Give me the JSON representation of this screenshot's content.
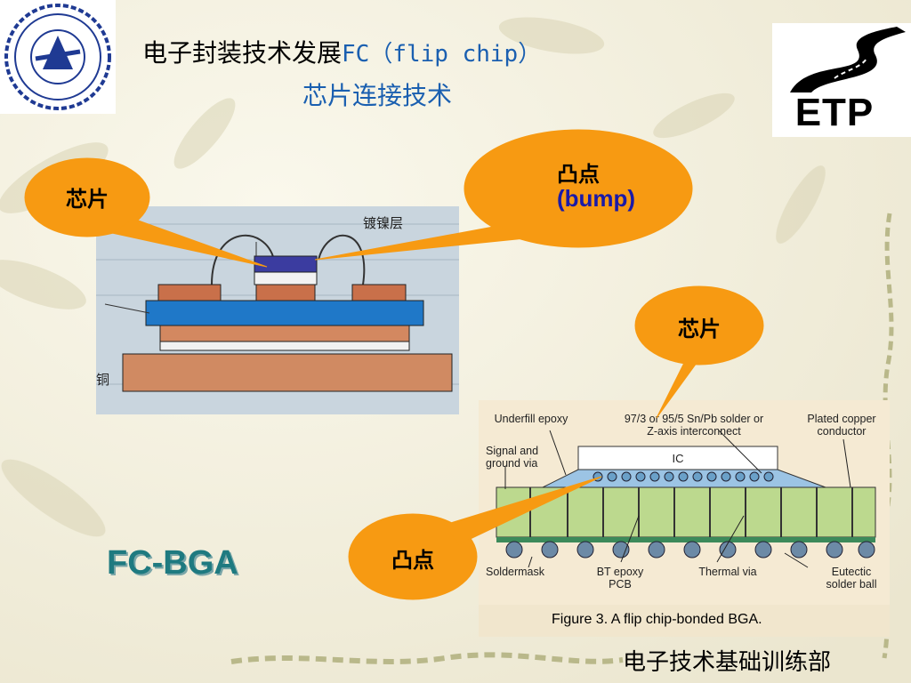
{
  "slide": {
    "title_cn": "电子封装技术发展",
    "title_latin": "FC（flip chip）",
    "subtitle": "芯片连接技术",
    "logo_right_text": "ETP",
    "fcbga_label": "FC-BGA",
    "footer": "电子技术基础训练部"
  },
  "callouts": {
    "chip_top": "芯片",
    "bump_top_cn": "凸点",
    "bump_top_en": "(bump)",
    "chip_right": "芯片",
    "bump_bottom": "凸点"
  },
  "diagram_left": {
    "partial_label_top": "镀镍层",
    "partial_label_left": "铜"
  },
  "figure_bga": {
    "caption": "Figure 3. A flip chip-bonded BGA.",
    "labels": {
      "underfill": "Underfill epoxy",
      "solder": "97/3 or 95/5 Sn/Pb solder or",
      "solder2": "Z-axis interconnect",
      "plated": "Plated copper",
      "plated2": "conductor",
      "signal": "Signal and",
      "signal2": "ground via",
      "ic": "IC",
      "soldermask": "Soldermask",
      "bt": "BT epoxy",
      "bt2": "PCB",
      "thermal": "Thermal via",
      "eutectic": "Eutectic",
      "eutectic2": "solder ball"
    }
  },
  "colors": {
    "callout_fill": "#f79a12",
    "title_blue": "#1a5fb0",
    "fcbga_teal": "#1e7a80"
  },
  "icons": {
    "left_logo": "engineering-training-center-logo",
    "right_logo": "etp-road-logo"
  }
}
